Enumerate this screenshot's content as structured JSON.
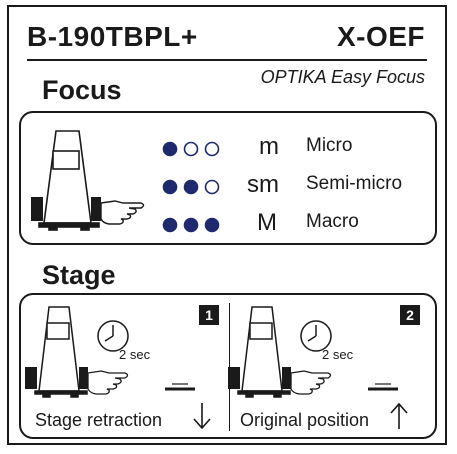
{
  "header": {
    "model": "B-190TBPL+",
    "variant": "X-OEF",
    "tagline": "OPTIKA Easy Focus"
  },
  "focus": {
    "title": "Focus",
    "modes": [
      {
        "abbr": "m",
        "name": "Micro",
        "filled_dots": 1
      },
      {
        "abbr": "sm",
        "name": "Semi-micro",
        "filled_dots": 2
      },
      {
        "abbr": "M",
        "name": "Macro",
        "filled_dots": 3
      }
    ]
  },
  "stage": {
    "title": "Stage",
    "steps": [
      {
        "number": "1",
        "timer": "2 sec",
        "label": "Stage retraction",
        "direction": "down"
      },
      {
        "number": "2",
        "timer": "2 sec",
        "label": "Original position",
        "direction": "up"
      }
    ]
  },
  "colors": {
    "dot": "#1f2a6e",
    "ink": "#1a1a1a"
  }
}
